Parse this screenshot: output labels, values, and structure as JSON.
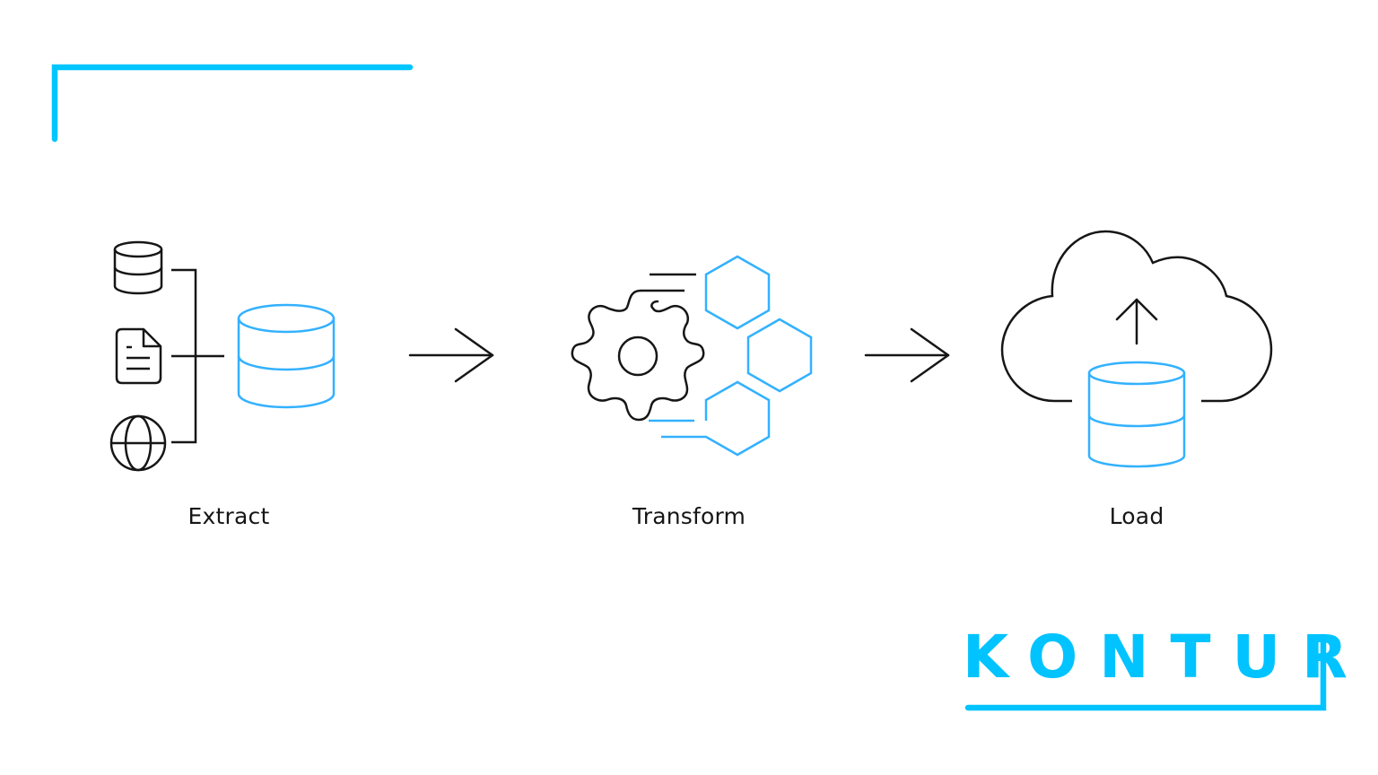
{
  "colors": {
    "brand_cyan": "#00C3FF",
    "icon_blue": "#33B1FF",
    "stroke_dark": "#161616",
    "background": "#FFFFFF"
  },
  "stages": [
    {
      "label": "Extract",
      "icons": [
        "database-icon",
        "document-icon",
        "globe-icon",
        "database-target-icon"
      ]
    },
    {
      "label": "Transform",
      "icons": [
        "gear-icon",
        "hexagon-icon",
        "hexagon-icon",
        "hexagon-icon"
      ]
    },
    {
      "label": "Load",
      "icons": [
        "cloud-icon",
        "upload-arrow-icon",
        "database-icon"
      ]
    }
  ],
  "arrows": [
    "arrow-right-icon",
    "arrow-right-icon"
  ],
  "logo": {
    "text": "KONTUR"
  }
}
